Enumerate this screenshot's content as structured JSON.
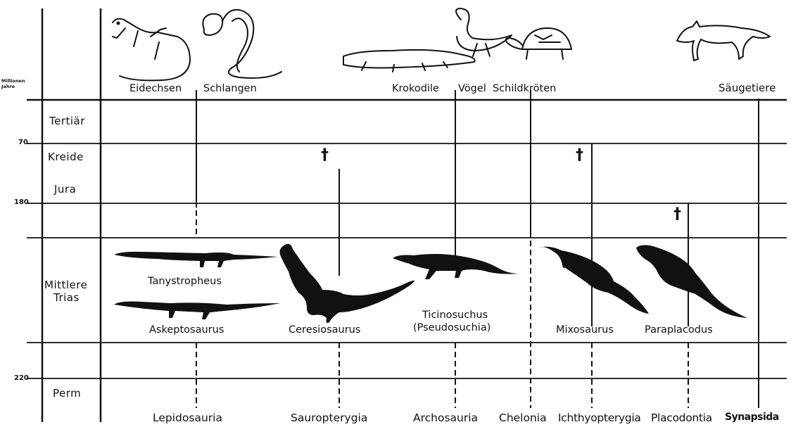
{
  "axis": {
    "unit_line1": "Millionen",
    "unit_line2": "Jahre"
  },
  "periods": {
    "tertiar": "Tertiär",
    "kreide": "Kreide",
    "jura": "Jura",
    "trias_line1": "Mittlere",
    "trias_line2": "Trias",
    "perm": "Perm"
  },
  "ages": [
    "70",
    "180",
    "220"
  ],
  "modern_groups": {
    "eidechsen": "Eidechsen",
    "schlangen": "Schlangen",
    "krokodile": "Krokodile",
    "vogel": "Vögel",
    "schildkroten": "Schildkröten",
    "saugetiere": "Säugetiere"
  },
  "fossils": {
    "tanystropheus": "Tanystropheus",
    "askeptosaurus": "Askeptosaurus",
    "ceresiosaurus": "Ceresiosaurus",
    "ticinosuchus_line1": "Ticinosuchus",
    "ticinosuchus_line2": "(Pseudosuchia)",
    "mixosaurus": "Mixosaurus",
    "paraplacodus": "Paraplacodus"
  },
  "lineages": {
    "lepidosauria": "Lepidosauria",
    "sauropterygia": "Sauropterygia",
    "archosauria": "Archosauria",
    "chelonia": "Chelonia",
    "ichthyopterygia": "Ichthyopterygia",
    "placodontia": "Placodontia",
    "synapsida": "Synapsida"
  },
  "extinction_mark": "†",
  "colors": {
    "ink": "#111111",
    "paper": "#ffffff"
  }
}
